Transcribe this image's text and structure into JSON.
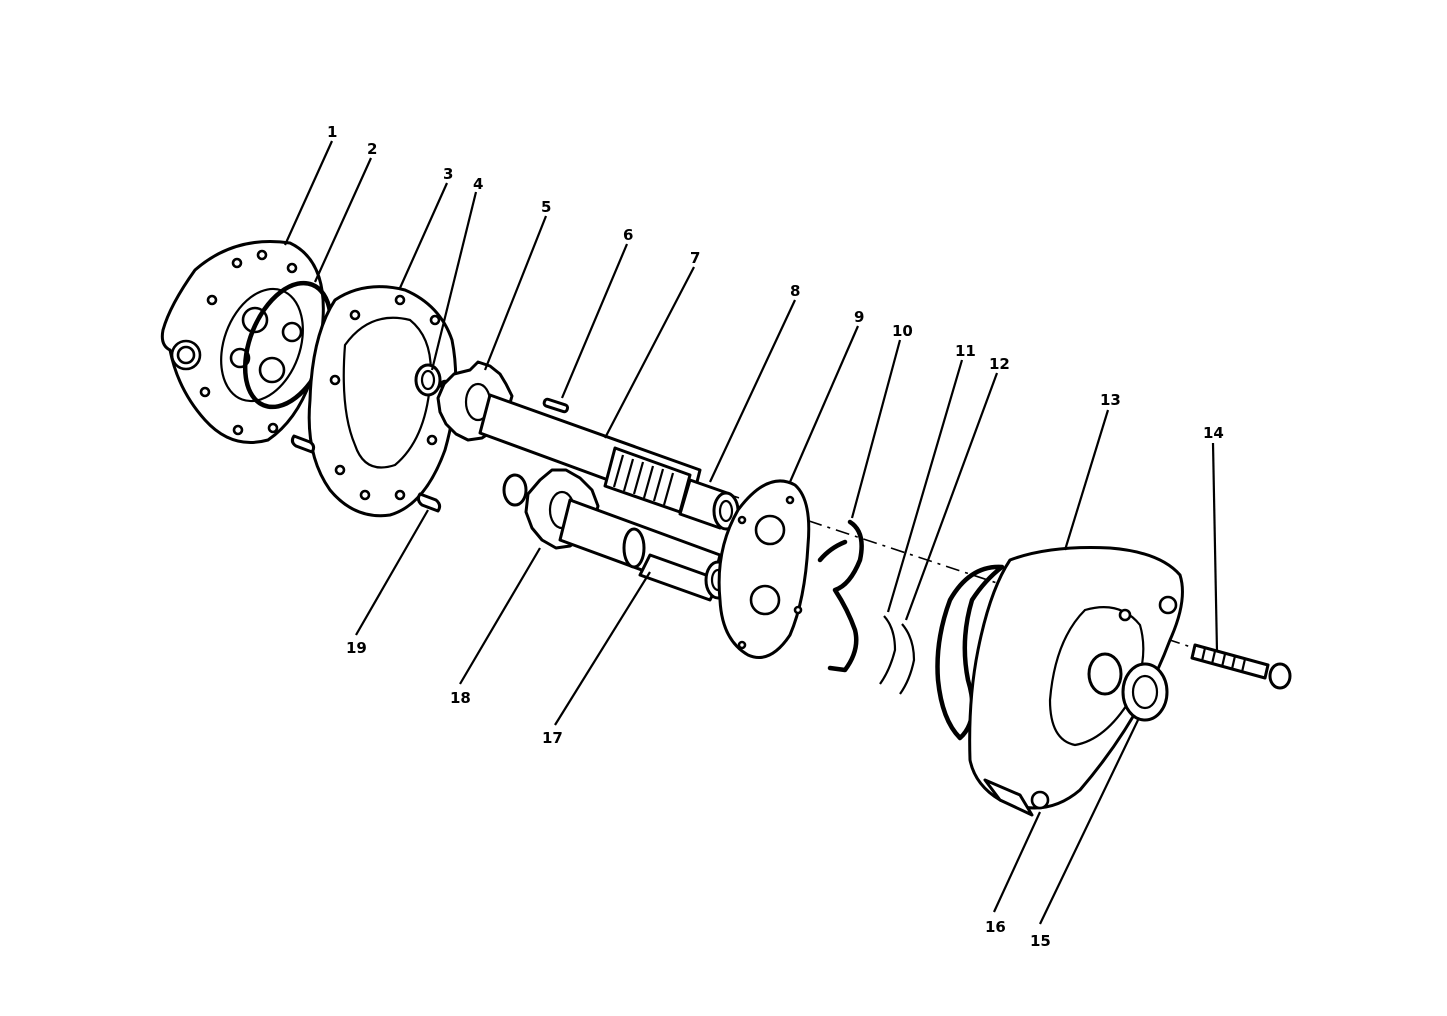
{
  "callouts": [
    {
      "id": "1",
      "text": "1"
    },
    {
      "id": "2",
      "text": "2"
    },
    {
      "id": "3",
      "text": "3"
    },
    {
      "id": "4",
      "text": "4"
    },
    {
      "id": "5",
      "text": "5"
    },
    {
      "id": "6",
      "text": "6"
    },
    {
      "id": "7",
      "text": "7"
    },
    {
      "id": "8",
      "text": "8"
    },
    {
      "id": "9",
      "text": "9"
    },
    {
      "id": "10",
      "text": "10"
    },
    {
      "id": "11",
      "text": "11"
    },
    {
      "id": "12",
      "text": "12"
    },
    {
      "id": "13",
      "text": "13"
    },
    {
      "id": "14",
      "text": "14"
    },
    {
      "id": "15",
      "text": "15"
    },
    {
      "id": "16",
      "text": "16"
    },
    {
      "id": "17",
      "text": "17"
    },
    {
      "id": "18",
      "text": "18"
    },
    {
      "id": "19",
      "text": "19"
    }
  ]
}
